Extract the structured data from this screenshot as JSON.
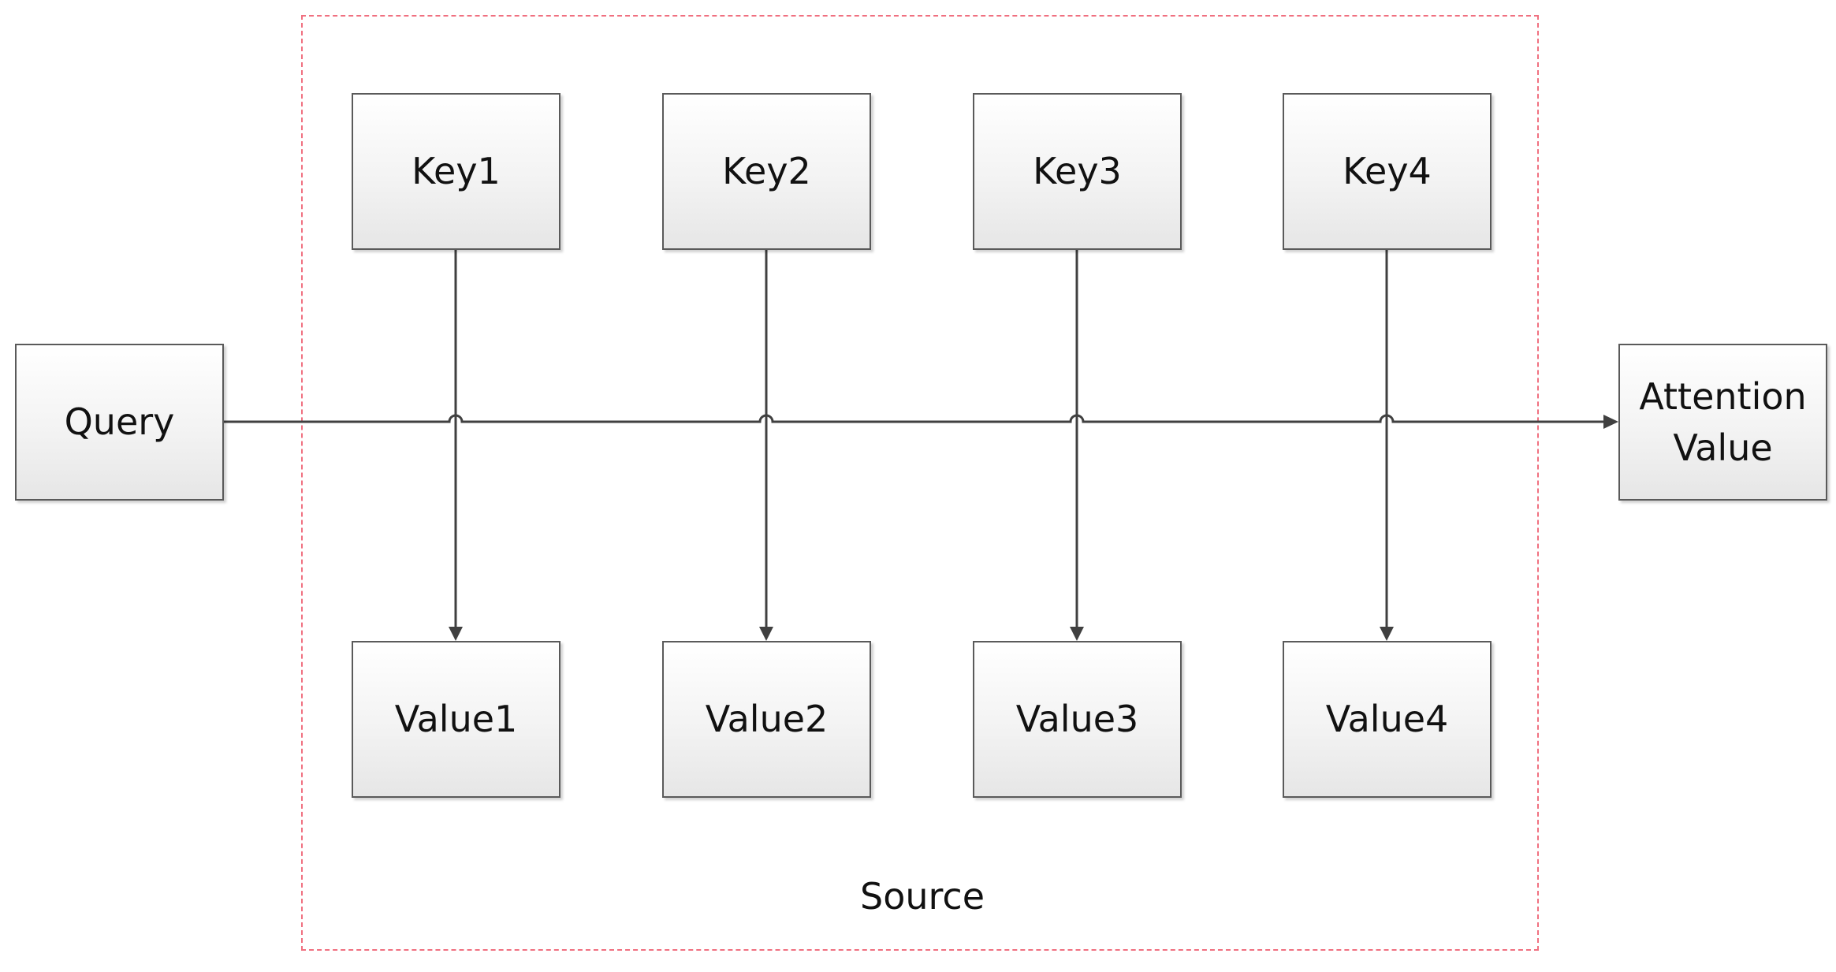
{
  "query": {
    "label": "Query"
  },
  "attention_value": {
    "line1": "Attention",
    "line2": "Value"
  },
  "source": {
    "label": "Source"
  },
  "keys": [
    "Key1",
    "Key2",
    "Key3",
    "Key4"
  ],
  "values": [
    "Value1",
    "Value2",
    "Value3",
    "Value4"
  ],
  "colors": {
    "frame": "#f07080",
    "line": "#404040",
    "box_border": "#5a5a5a"
  }
}
